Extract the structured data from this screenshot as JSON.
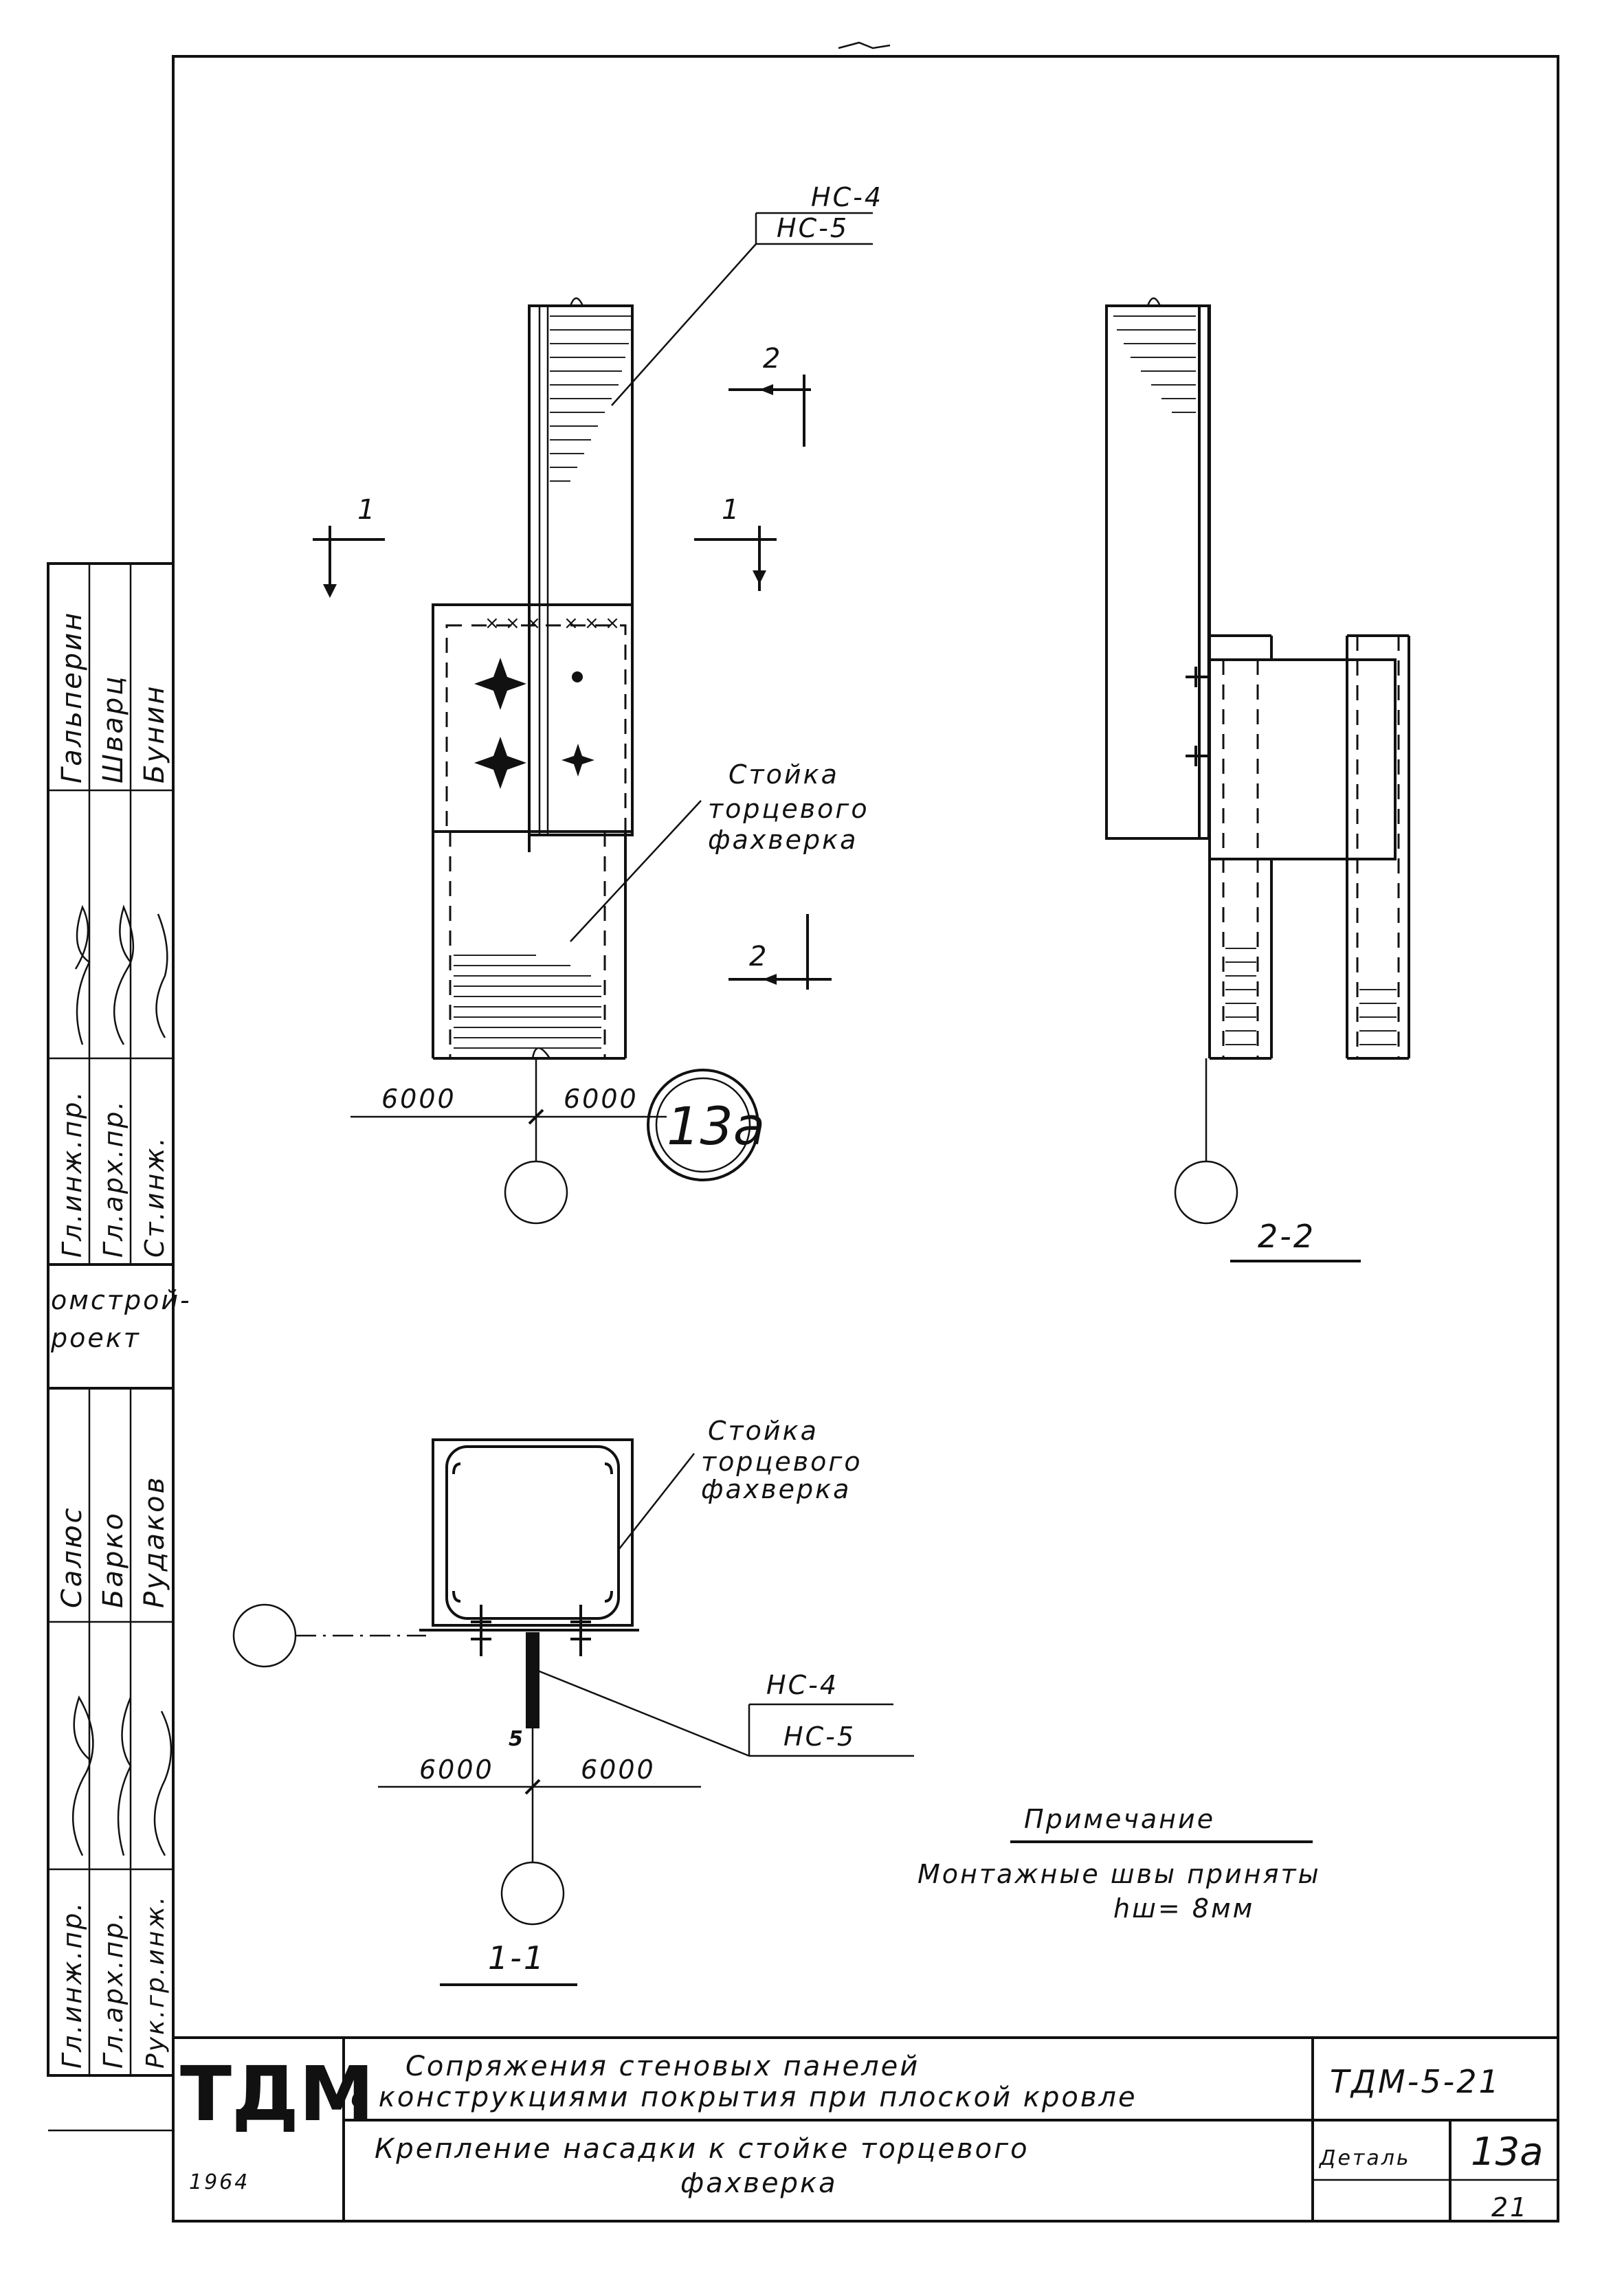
{
  "views": {
    "elevation_front": {
      "callout_top": "НС-4",
      "callout_bottom": "НС-5",
      "column_label": [
        "Стойка",
        "торцевого",
        "фахверка"
      ],
      "section1_left": "1",
      "section1_right": "1",
      "section2_top": "2",
      "section2_bottom": "2",
      "dim_left": "6000",
      "dim_right": "6000",
      "detail_mark": "13а"
    },
    "section_2_2": {
      "title": "2-2"
    },
    "section_1_1": {
      "title": "1-1",
      "column_label": [
        "Стойка",
        "торцевого",
        "фахверка"
      ],
      "callout_top": "НС-4",
      "callout_bottom": "НС-5",
      "weld_size": "5",
      "dim_left": "6000",
      "dim_right": "6000"
    }
  },
  "note": {
    "heading": "Примечание",
    "line1": "Монтажные швы приняты",
    "line2": "hш= 8мм"
  },
  "title_block": {
    "logo": "ТДМ",
    "year": "1964",
    "title_line1": "Сопряжения стеновых панелей",
    "title_line2": "с конструкциями покрытия при плоской кровле",
    "sheet_title_line1": "Крепление насадки к стойке торцевого",
    "sheet_title_line2": "фахверка",
    "code": "ТДМ-5-21",
    "detail_label": "Деталь",
    "detail_number": "13а",
    "sheet_number": "21"
  },
  "side_stamp": {
    "upper_roles": [
      "Гл.инж.пр.",
      "Гл.арх.пр.",
      "Ст.инж."
    ],
    "upper_names": [
      "Гальперин",
      "Шварц",
      "Бунин"
    ],
    "org": [
      "омстрой-",
      "роект"
    ],
    "lower_roles": [
      "Гл.инж.пр.",
      "Гл.арх.пр.",
      "Рук.гр.инж."
    ],
    "lower_names": [
      "Салюс",
      "Барко",
      "Рудаков"
    ]
  }
}
